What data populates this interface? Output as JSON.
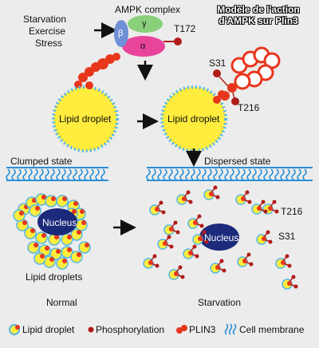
{
  "title": {
    "line1": "Modèle de l'action",
    "line2": "d'AMPK sur Plin3"
  },
  "stimuli": [
    "Starvation",
    "Exercise",
    "Stress"
  ],
  "ampk": {
    "complex_label": "AMPK complex",
    "alpha": "α",
    "beta": "β",
    "gamma": "γ",
    "site": "T172"
  },
  "droplet_label": "Lipid droplet",
  "sites": {
    "s31": "S31",
    "t216": "T216"
  },
  "states": {
    "clumped": "Clumped state",
    "dispersed": "Dispersed state"
  },
  "nucleus_label": "Nucleus",
  "lipid_droplets_label": "Lipid droplets",
  "conditions": {
    "normal": "Normal",
    "starvation": "Starvation"
  },
  "legend": {
    "droplet": "Lipid droplet",
    "phosphorylation": "Phosphorylation",
    "plin3": "PLIN3",
    "membrane": "Cell membrane"
  },
  "colors": {
    "droplet_fill": "#ffec3c",
    "droplet_edge": "#52b8e6",
    "plin3": "#e8361c",
    "phospho": "#b01c18",
    "nucleus": "#1c2a7c",
    "membrane": "#2a8fd8",
    "alpha": "#e8449a",
    "beta": "#6f8fd6",
    "gamma": "#8ad07a"
  }
}
